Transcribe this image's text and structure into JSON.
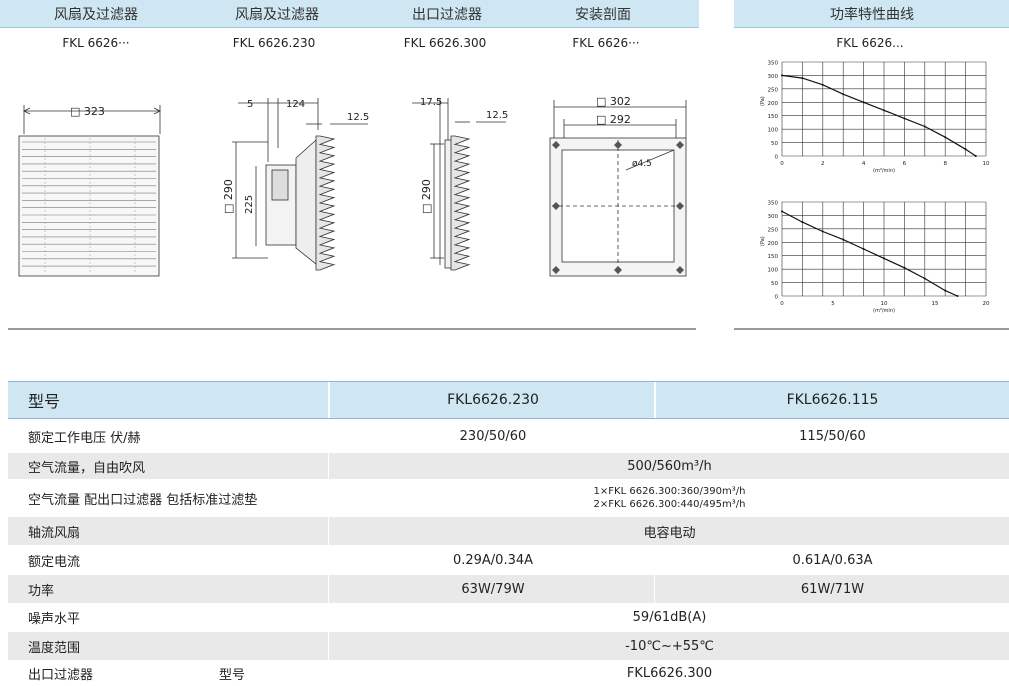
{
  "headers": {
    "fan_filter_1": "风扇及过滤器",
    "fan_filter_2": "风扇及过滤器",
    "outlet_filter": "出口过滤器",
    "install_section": "安装剖面",
    "performance_curve": "功率特性曲线"
  },
  "models": {
    "fan_filter_1": "FKL 6626···",
    "fan_filter_2": "FKL 6626.230",
    "outlet_filter": "FKL 6626.300",
    "install_section": "FKL 6626···",
    "performance_curve": "FKL 6626..."
  },
  "drawings": {
    "front_width": "□ 323",
    "side_top_left": "5",
    "side_depth": "124",
    "side_flange": "12.5",
    "side_height": "□ 290",
    "side_inner": "225",
    "outlet_top_left": "17.5",
    "outlet_flange": "12.5",
    "outlet_height": "□ 290",
    "cutout_outer": "□ 302",
    "cutout_inner": "□ 292",
    "hole": "ø4.5"
  },
  "chart_data": [
    {
      "type": "line",
      "title": "",
      "xlabel": "(m³/min)",
      "ylabel": "(Pa)",
      "x_ticks": [
        0,
        2,
        4,
        6,
        8,
        10
      ],
      "y_ticks": [
        0,
        50,
        100,
        150,
        200,
        250,
        300,
        350
      ],
      "xlim": [
        0,
        10
      ],
      "ylim": [
        0,
        350
      ],
      "grid": true,
      "series": [
        {
          "x": [
            0,
            1,
            2,
            3,
            4,
            5,
            6,
            7,
            8,
            9,
            9.5
          ],
          "y": [
            300,
            290,
            265,
            230,
            200,
            170,
            140,
            110,
            70,
            25,
            0
          ]
        }
      ]
    },
    {
      "type": "line",
      "title": "",
      "xlabel": "(m³/min)",
      "ylabel": "(Pa)",
      "x_ticks": [
        0,
        5,
        10,
        15,
        20
      ],
      "y_ticks": [
        0,
        50,
        100,
        150,
        200,
        250,
        300,
        350
      ],
      "xlim": [
        0,
        20
      ],
      "ylim": [
        0,
        350
      ],
      "grid": true,
      "series": [
        {
          "x": [
            0,
            2,
            4,
            6,
            8,
            10,
            12,
            14,
            16,
            17.2
          ],
          "y": [
            315,
            275,
            240,
            210,
            175,
            140,
            105,
            65,
            20,
            0
          ]
        }
      ]
    }
  ],
  "spec": {
    "header": {
      "label": "型号",
      "col1": "FKL6626.230",
      "col2": "FKL6626.115"
    },
    "rows": [
      {
        "label": "额定工作电压 伏/赫",
        "col1": "230/50/60",
        "col2": "115/50/60"
      },
      {
        "label": "空气流量，自由吹风",
        "merged": "500/560m³/h"
      },
      {
        "label": "空气流量 配出口过滤器 包括标准过滤垫",
        "merged_line1": "1×FKL 6626.300:360/390m³/h",
        "merged_line2": "2×FKL 6626.300:440/495m³/h"
      },
      {
        "label": "轴流风扇",
        "merged": "电容电动"
      },
      {
        "label": "额定电流",
        "col1": "0.29A/0.34A",
        "col2": "0.61A/0.63A"
      },
      {
        "label": "功率",
        "col1": "63W/79W",
        "col2": "61W/71W"
      },
      {
        "label": "噪声水平",
        "merged": "59/61dB(A)"
      },
      {
        "label": "温度范围",
        "merged": "-10℃~+55℃"
      },
      {
        "label": "出口过滤器",
        "label2": "型号",
        "merged": "FKL6626.300"
      }
    ]
  },
  "colors": {
    "header_bg": "#cfe6f3",
    "row_alt": "#e9e9e9",
    "line": "#222222"
  }
}
